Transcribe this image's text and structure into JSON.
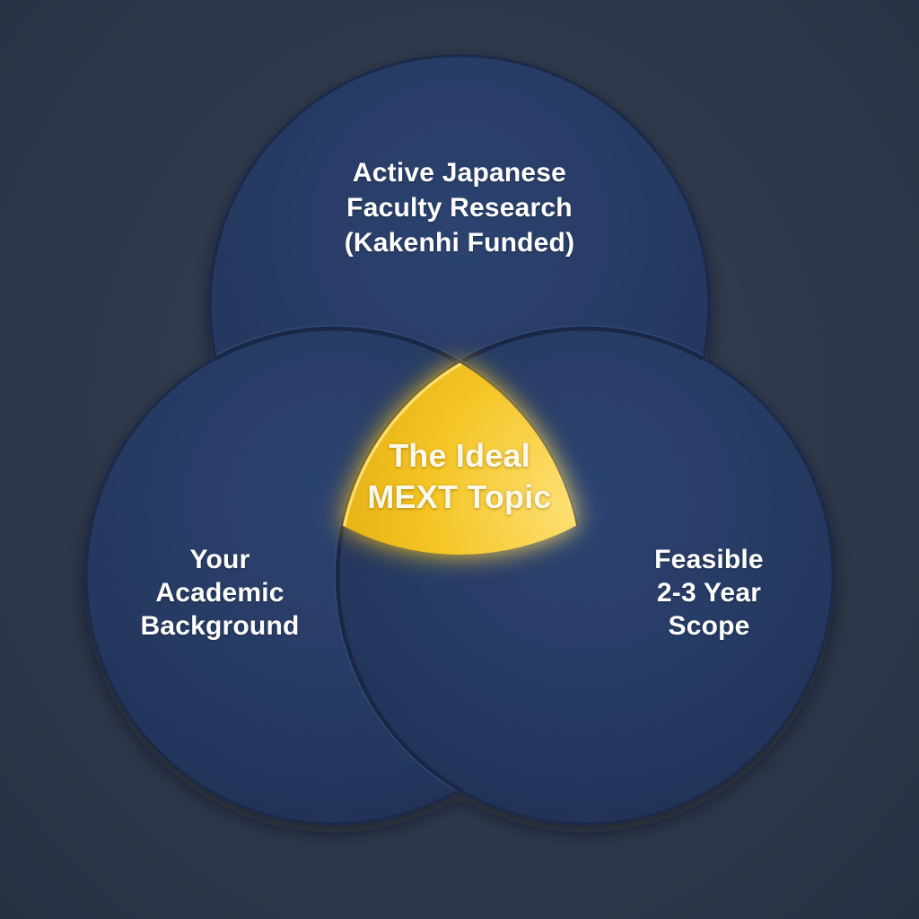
{
  "diagram": {
    "type": "venn-3",
    "circles": [
      {
        "id": "top",
        "lines": [
          "Active Japanese",
          "Faculty Research",
          "(Kakenhi Funded)"
        ]
      },
      {
        "id": "left",
        "lines": [
          "Your",
          "Academic",
          "Background"
        ]
      },
      {
        "id": "right",
        "lines": [
          "Feasible",
          "2-3 Year",
          "Scope"
        ]
      }
    ],
    "center": {
      "lines": [
        "The Ideal",
        "MEXT Topic"
      ]
    },
    "colors": {
      "background": "#2f394b",
      "circle_fill": "#263a63",
      "circle_edge": "#1c2b4c",
      "center_fill": "#f2c21b",
      "center_glow": "#ffd84a"
    }
  }
}
